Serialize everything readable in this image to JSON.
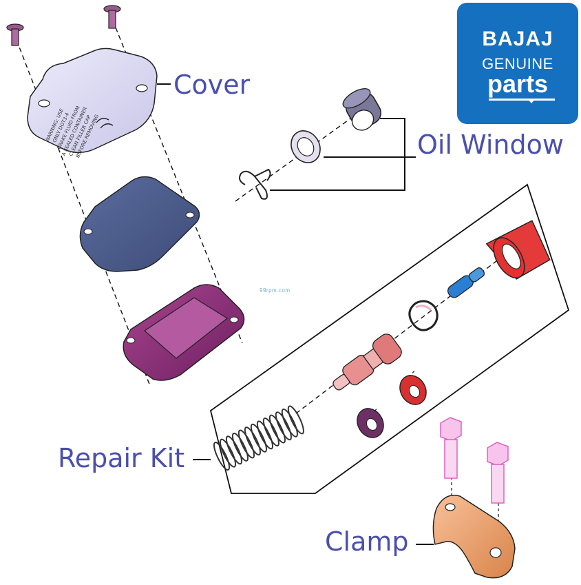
{
  "labels": {
    "cover": "Cover",
    "oil_window": "Oil Window",
    "repair_kit": "Repair Kit",
    "clamp": "Clamp"
  },
  "logo": {
    "brand": "BAJAJ",
    "line1": "GENUINE",
    "line2": "parts"
  },
  "watermark": "99rpm.com",
  "cover_warning_text": [
    "WARNING: USE",
    "ONLY DOT3-4",
    "BRAKE FLUID FROM",
    "A SEALED CONTAINER",
    "CLEAN FILLER CAP",
    "BEFORE REMOVING"
  ],
  "colors": {
    "label": "#4a4fae",
    "logo_bg": "#1570c0",
    "cover": "#d8d6f0",
    "diaphragm": "#4a5a88",
    "plate": "#8a2a78",
    "piston_cup": "#e53a3a",
    "pushrod_tip": "#2a7fd4",
    "piston": "#e89090",
    "seal": "#7a3a70",
    "bolt": "#f0a8e0",
    "clamp": "#f0a070"
  }
}
